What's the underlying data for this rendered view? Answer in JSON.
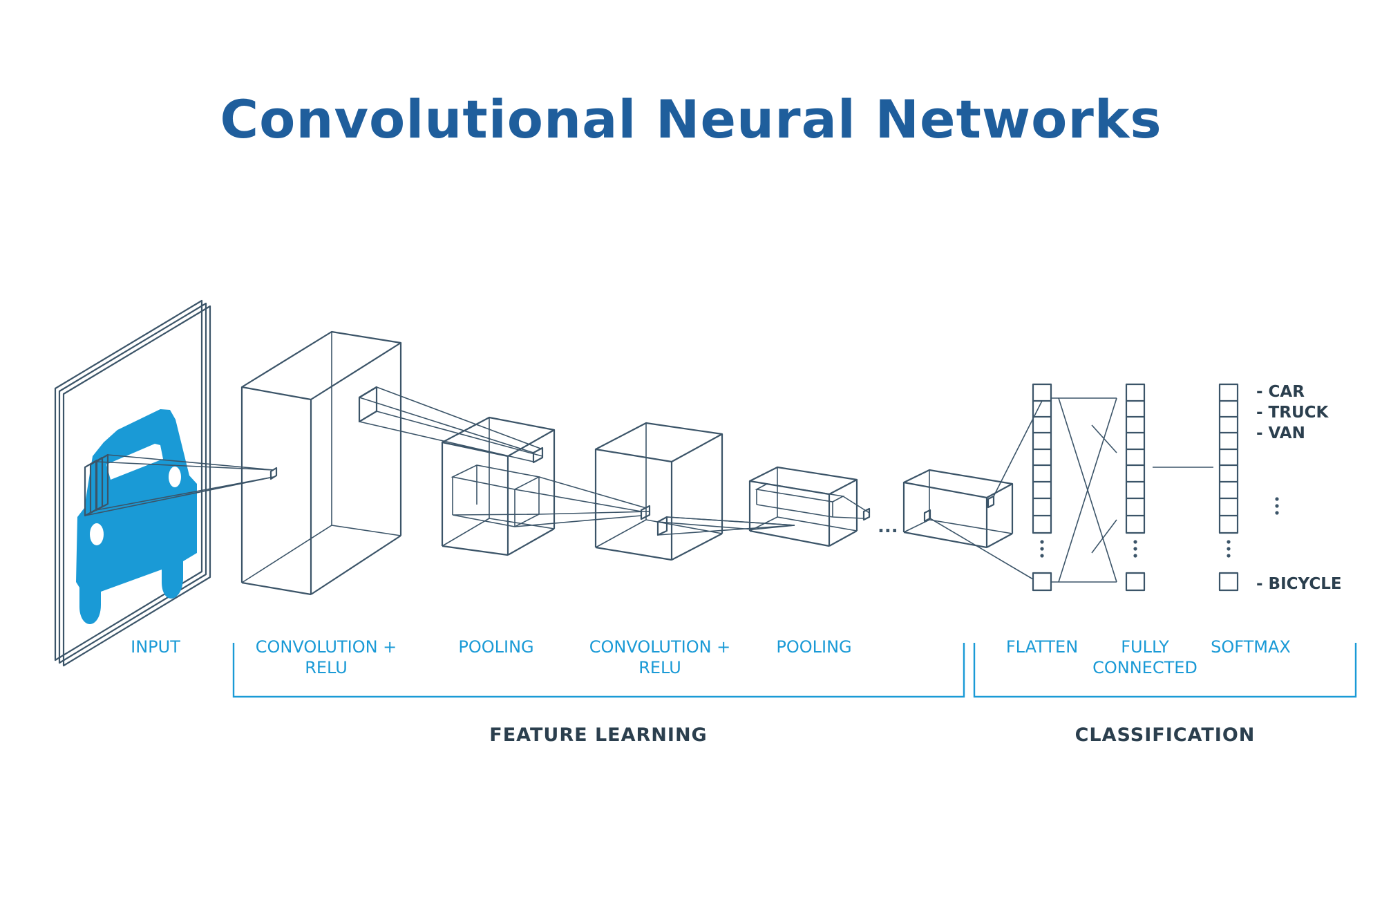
{
  "title": "Convolutional Neural Networks",
  "stages": {
    "input": "INPUT",
    "conv1_line1": "CONVOLUTION +",
    "conv1_line2": "RELU",
    "pool1": "POOLING",
    "conv2_line1": "CONVOLUTION +",
    "conv2_line2": "RELU",
    "pool2": "POOLING",
    "flatten": "FLATTEN",
    "fc_line1": "FULLY",
    "fc_line2": "CONNECTED",
    "softmax": "SOFTMAX"
  },
  "groups": {
    "feature_learning": "FEATURE LEARNING",
    "classification": "CLASSIFICATION"
  },
  "classes": [
    "- CAR",
    "- TRUCK",
    "- VAN",
    "- BICYCLE"
  ],
  "ellipsis": "...",
  "colors": {
    "title": "#1f5e9c",
    "accent": "#1a9ad6",
    "line": "#3b5468",
    "dark_text": "#2b3f4e"
  },
  "icons": {
    "input_image": "car-icon"
  }
}
